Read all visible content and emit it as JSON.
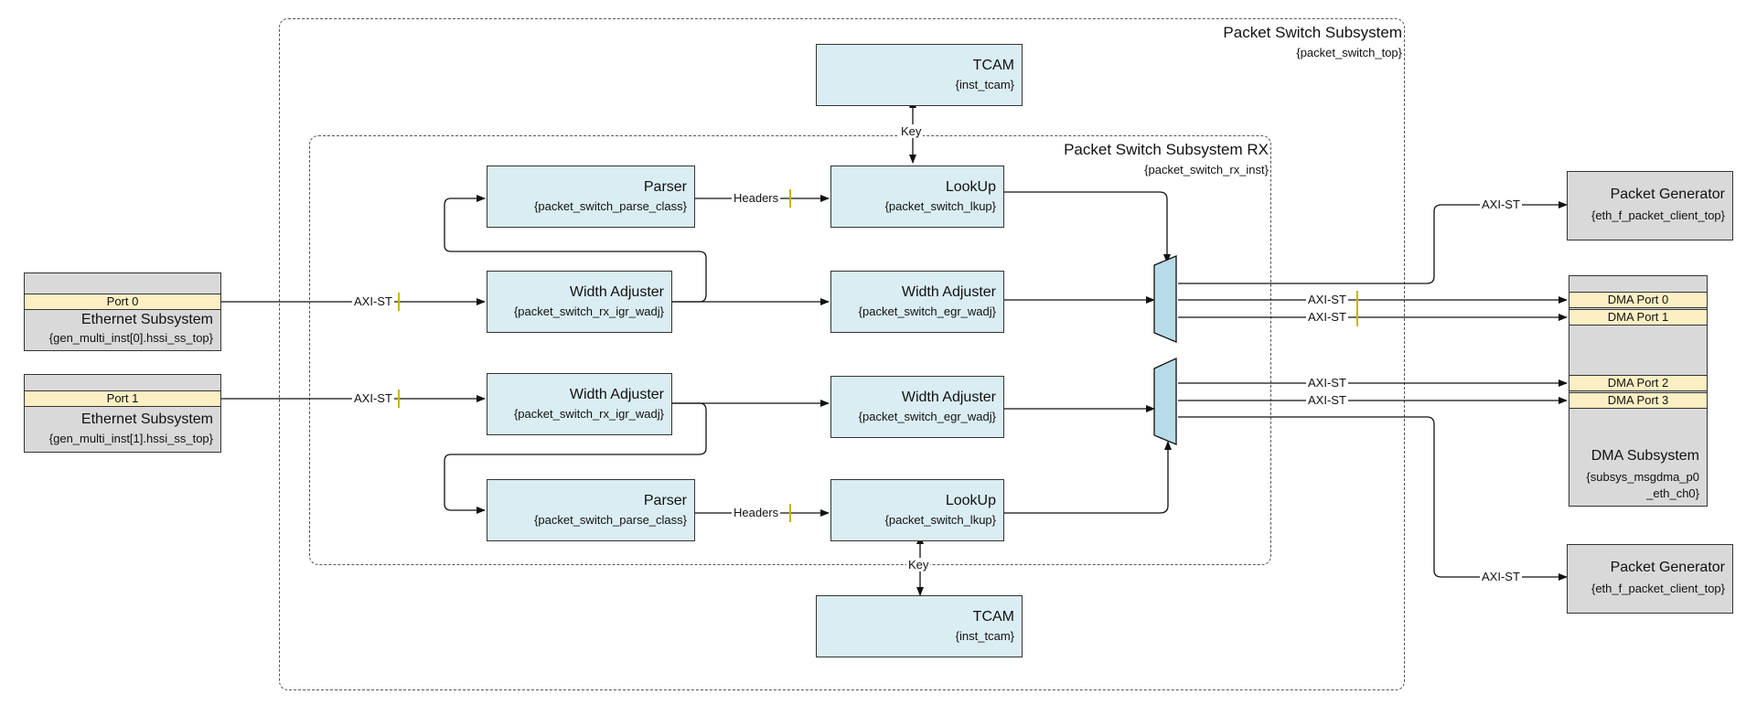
{
  "outer": {
    "title": "Packet Switch Subsystem",
    "subtitle": "{packet_switch_top}"
  },
  "rx": {
    "title": "Packet Switch Subsystem RX",
    "subtitle": "{packet_switch_rx_inst}"
  },
  "tcam_top": {
    "title": "TCAM",
    "subtitle": "{inst_tcam}"
  },
  "tcam_bottom": {
    "title": "TCAM",
    "subtitle": "{inst_tcam}"
  },
  "parser_top": {
    "title": "Parser",
    "subtitle": "{packet_switch_parse_class}"
  },
  "parser_bottom": {
    "title": "Parser",
    "subtitle": "{packet_switch_parse_class}"
  },
  "lookup_top": {
    "title": "LookUp",
    "subtitle": "{packet_switch_lkup}"
  },
  "lookup_bottom": {
    "title": "LookUp",
    "subtitle": "{packet_switch_lkup}"
  },
  "igr_wadj_0": {
    "title": "Width Adjuster",
    "subtitle": "{packet_switch_rx_igr_wadj}"
  },
  "igr_wadj_1": {
    "title": "Width Adjuster",
    "subtitle": "{packet_switch_rx_igr_wadj}"
  },
  "egr_wadj_0": {
    "title": "Width Adjuster",
    "subtitle": "{packet_switch_egr_wadj}"
  },
  "egr_wadj_1": {
    "title": "Width Adjuster",
    "subtitle": "{packet_switch_egr_wadj}"
  },
  "eth0": {
    "port": "Port 0",
    "title": "Ethernet Subsystem",
    "subtitle": "{gen_multi_inst[0].hssi_ss_top}"
  },
  "eth1": {
    "port": "Port 1",
    "title": "Ethernet Subsystem",
    "subtitle": "{gen_multi_inst[1].hssi_ss_top}"
  },
  "pktgen_top": {
    "title": "Packet Generator",
    "subtitle": "{eth_f_packet_client_top}"
  },
  "pktgen_bottom": {
    "title": "Packet Generator",
    "subtitle": "{eth_f_packet_client_top}"
  },
  "dma": {
    "ports": [
      "DMA Port 0",
      "DMA Port 1",
      "DMA Port 2",
      "DMA Port 3"
    ],
    "title": "DMA Subsystem",
    "subtitle_line1": "{subsys_msgdma_p0",
    "subtitle_line2": "_eth_ch0}"
  },
  "labels": {
    "axi_st": "AXI-ST",
    "headers": "Headers",
    "key": "Key"
  },
  "colors": {
    "block_fill": "#daedf2",
    "external_fill": "#d9d9d9",
    "port_fill": "#fdefc4",
    "mux_fill": "#b7dce8",
    "valid_tick": "#c8b400"
  }
}
